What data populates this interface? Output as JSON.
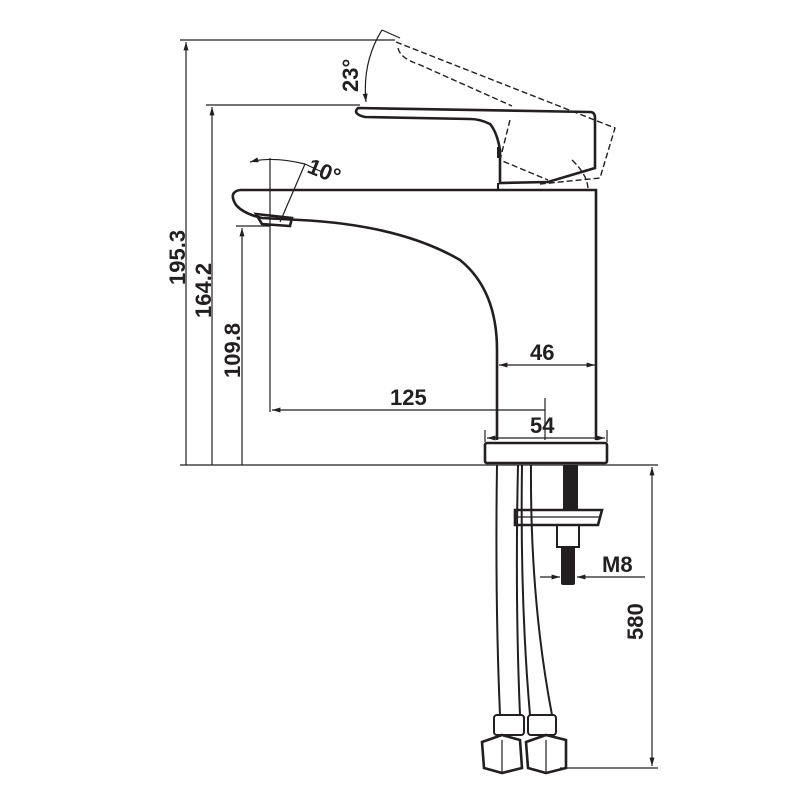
{
  "drawing": {
    "title": "Basin faucet dimension drawing",
    "dimensions": {
      "total_height": "195.3",
      "handle_height": "164.2",
      "spout_height": "109.8",
      "spout_reach": "125",
      "body_width": "46",
      "base_width": "54",
      "thread": "M8",
      "hose_length": "580"
    },
    "angles": {
      "handle_tilt": "23°",
      "spout_tilt": "10°"
    },
    "colors": {
      "line": "#231f20",
      "background": "#ffffff"
    }
  }
}
